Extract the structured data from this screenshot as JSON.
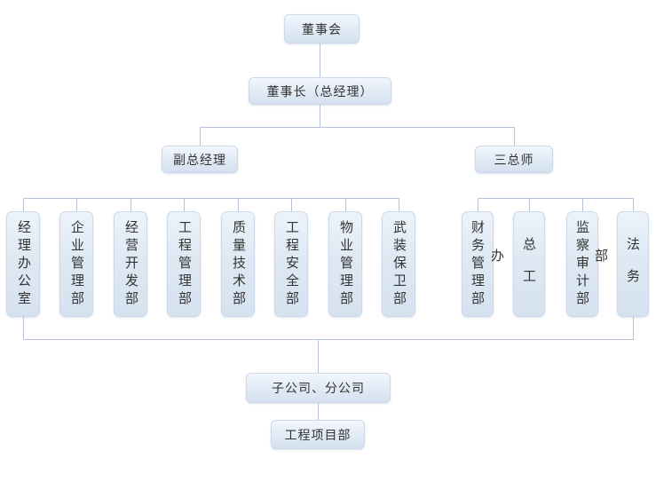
{
  "diagram_type": "organizational-chart",
  "org_chart": {
    "board": "董事会",
    "chairman": "董事长（总经理）",
    "deputy_gm": "副总经理",
    "three_chiefs": "三总师",
    "deputy_departments": [
      "经理办公室",
      "企业管理部",
      "经营开发部",
      "工程管理部",
      "质量技术部",
      "工程安全部",
      "物业管理部",
      "武装保卫部"
    ],
    "chief_departments": [
      "财务管理部",
      "总工办",
      "监察审计部",
      "法务部"
    ],
    "subsidiaries": "子公司、分公司",
    "project_dept": "工程项目部"
  },
  "hierarchy": {
    "董事会": [
      "董事长（总经理）"
    ],
    "董事长（总经理）": [
      "副总经理",
      "三总师"
    ],
    "副总经理": [
      "经理办公室",
      "企业管理部",
      "经营开发部",
      "工程管理部",
      "质量技术部",
      "工程安全部",
      "物业管理部",
      "武装保卫部"
    ],
    "三总师": [
      "财务管理部",
      "总工办",
      "监察审计部",
      "法务部"
    ],
    "部门合并连接": [
      "子公司、分公司"
    ],
    "子公司、分公司": [
      "工程项目部"
    ]
  },
  "colors": {
    "background": "#ffffff",
    "box_fill_top": "#f2f7fc",
    "box_fill_bottom": "#d5e1f0",
    "box_border": "#ccd9ea",
    "connector_line": "#b6c5d9",
    "text": "#333333"
  }
}
